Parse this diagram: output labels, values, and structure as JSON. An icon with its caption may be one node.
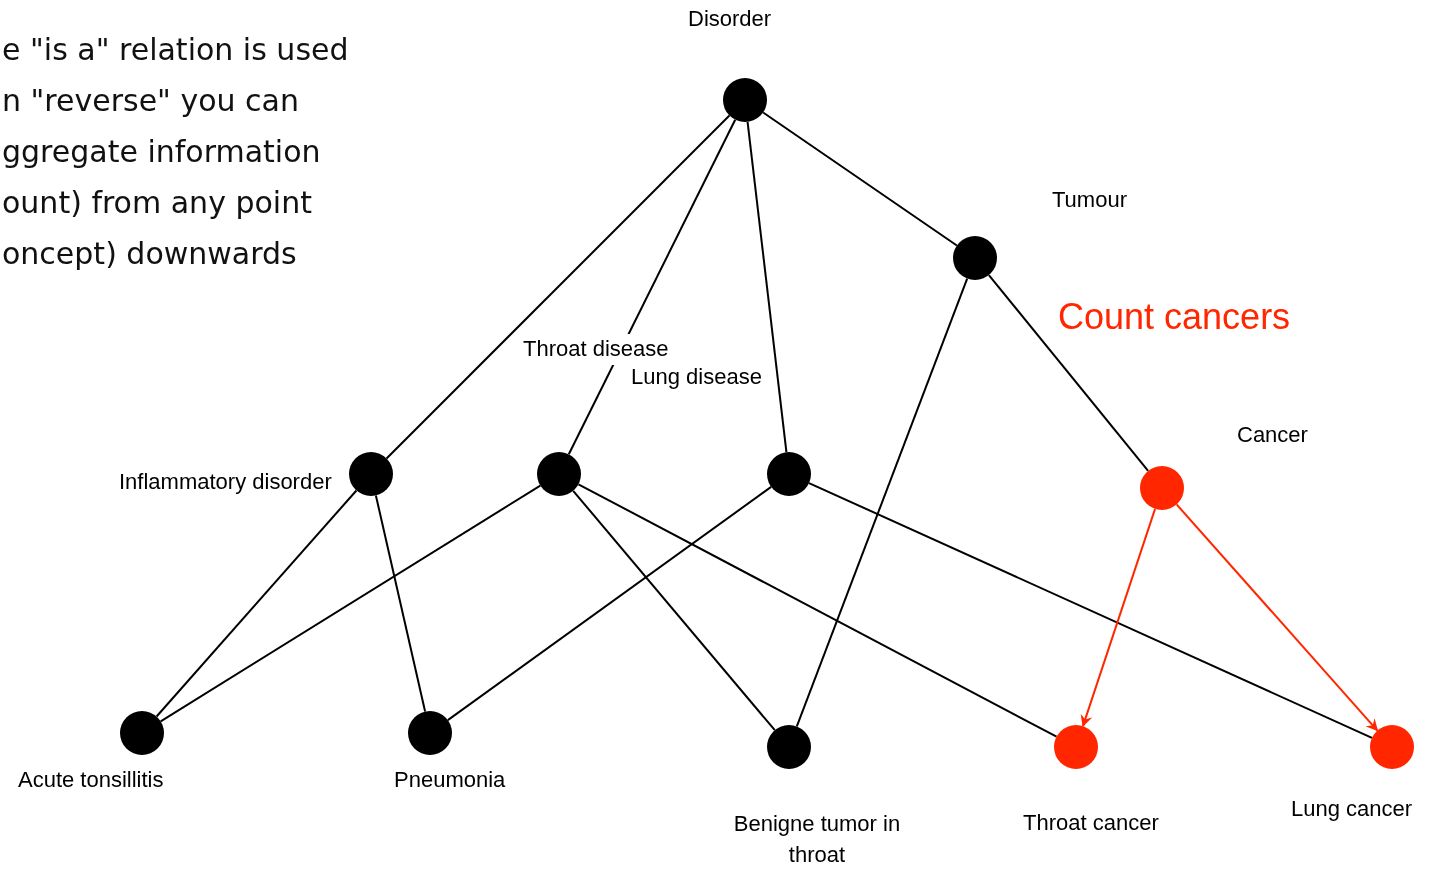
{
  "diagram": {
    "nodes": [
      {
        "text": [
          "Disorder"
        ]
      },
      {
        "text": [
          "Tumour"
        ]
      },
      {
        "text": [
          "Inflammatory disorder"
        ]
      },
      {
        "text": [
          "Throat disease"
        ]
      },
      {
        "text": [
          "Lung disease"
        ]
      },
      {
        "text": [
          "Cancer"
        ]
      },
      {
        "text": [
          "Acute tonsillitis"
        ]
      },
      {
        "text": [
          "Pneumonia"
        ]
      },
      {
        "text": [
          "Benigne tumor in throat"
        ]
      },
      {
        "text": [
          "Throat cancer"
        ]
      },
      {
        "text": [
          "Lung cancer"
        ]
      }
    ],
    "edges": [
      {
        "from": 0,
        "to": 2,
        "arrow": "none"
      },
      {
        "from": 0,
        "to": 3,
        "arrow": "none"
      },
      {
        "from": 0,
        "to": 4,
        "arrow": "none"
      },
      {
        "from": 0,
        "to": 1,
        "arrow": "none"
      },
      {
        "from": 1,
        "to": 8,
        "arrow": "none"
      },
      {
        "from": 1,
        "to": 5,
        "arrow": "none"
      },
      {
        "from": 2,
        "to": 6,
        "arrow": "none"
      },
      {
        "from": 2,
        "to": 7,
        "arrow": "none"
      },
      {
        "from": 3,
        "to": 6,
        "arrow": "none"
      },
      {
        "from": 3,
        "to": 8,
        "arrow": "none"
      },
      {
        "from": 3,
        "to": 9,
        "arrow": "none"
      },
      {
        "from": 4,
        "to": 7,
        "arrow": "none"
      },
      {
        "from": 4,
        "to": 10,
        "arrow": "none"
      },
      {
        "from": 5,
        "to": 9,
        "arrow": "to",
        "color": "#ff2600"
      },
      {
        "from": 5,
        "to": 10,
        "arrow": "to",
        "color": "#ff2600"
      }
    ],
    "labels": [
      "e \"is a\" relation is used n \"reverse\" you can ggregate information ount) from any point oncept) downwards",
      "Count cancers"
    ]
  }
}
